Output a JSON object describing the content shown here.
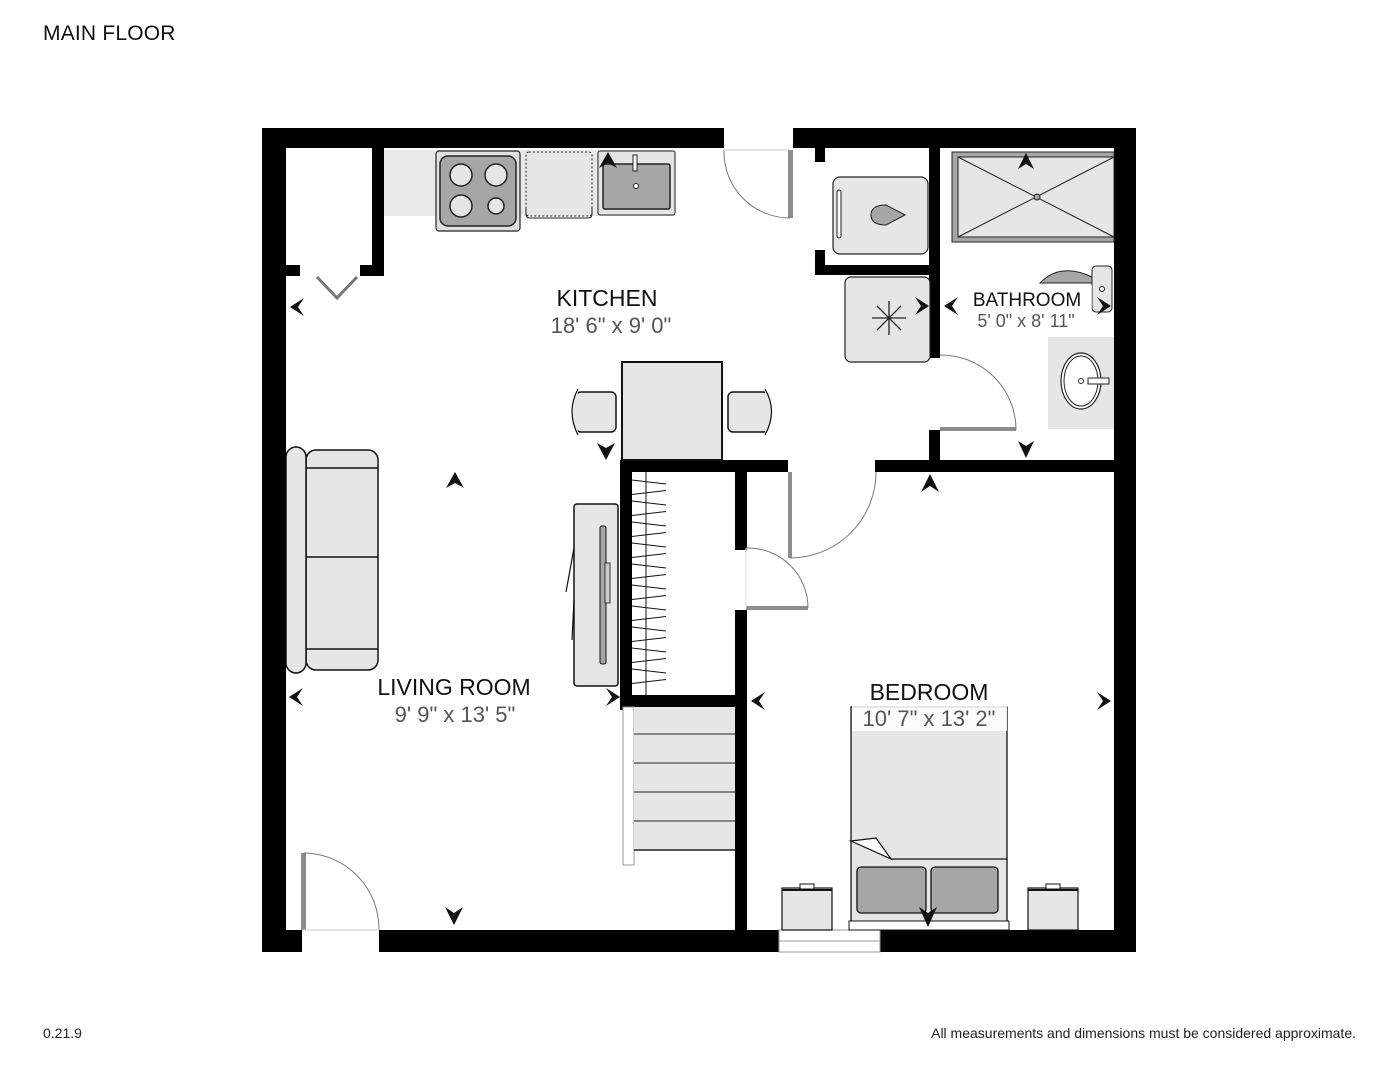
{
  "header": {
    "title": "MAIN FLOOR"
  },
  "footer": {
    "version": "0.21.9",
    "disclaimer": "All measurements and dimensions must be considered approximate."
  },
  "colors": {
    "wall": "#000000",
    "fixture_fill": "#e6e6e6",
    "fixture_dark": "#a6a6a6",
    "door_leaf": "#8c8c8c",
    "dimension_text": "#555555"
  },
  "rooms": {
    "kitchen": {
      "name": "KITCHEN",
      "dimensions": "18' 6\" x 9' 0\""
    },
    "bathroom": {
      "name": "BATHROOM",
      "dimensions": "5' 0\" x 8' 11\""
    },
    "living_room": {
      "name": "LIVING ROOM",
      "dimensions": "9' 9\" x 13' 5\""
    },
    "bedroom": {
      "name": "BEDROOM",
      "dimensions": "10' 7\" x 13' 2\""
    }
  },
  "fixtures": {
    "kitchen": [
      "stove",
      "dishwasher",
      "kitchen-sink",
      "water-heater",
      "refrigerator",
      "dining-table",
      "chair",
      "chair"
    ],
    "bathroom": [
      "shower",
      "toilet",
      "bathroom-sink"
    ],
    "living_room": [
      "sofa",
      "tv-stand",
      "closet-rod",
      "stairs",
      "entry-door"
    ],
    "bedroom": [
      "bed",
      "nightstand",
      "nightstand"
    ]
  }
}
